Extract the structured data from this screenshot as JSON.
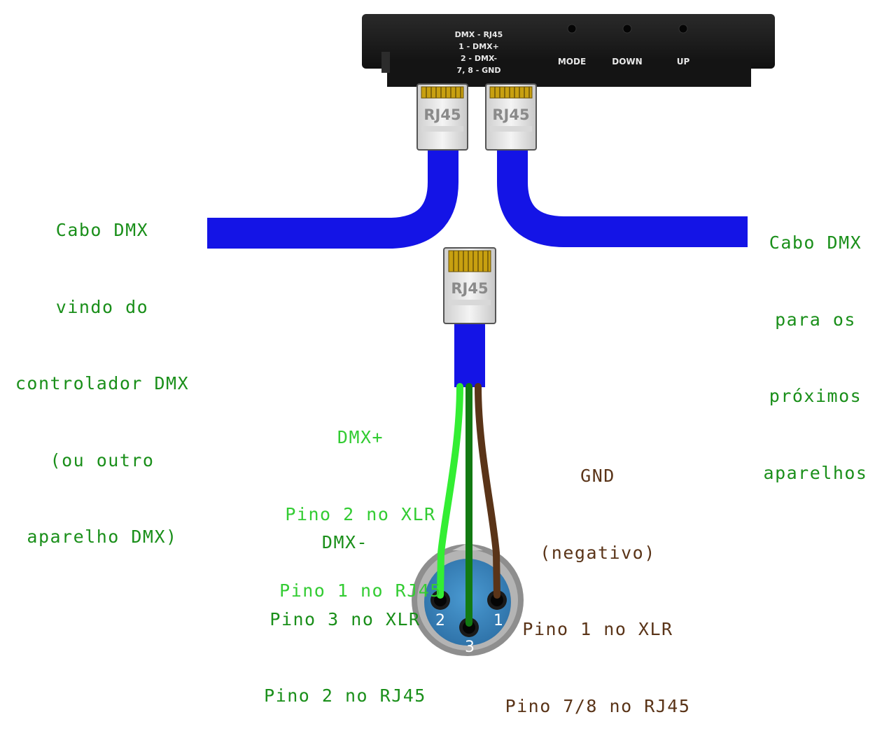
{
  "device": {
    "pinout_lines": [
      "DMX - RJ45",
      "1 - DMX+",
      "2 - DMX-",
      "7, 8 - GND"
    ],
    "buttons": [
      {
        "label": "MODE"
      },
      {
        "label": "DOWN"
      },
      {
        "label": "UP"
      }
    ]
  },
  "connectors": {
    "rj45_label": "RJ45"
  },
  "labels": {
    "cable_in": [
      "Cabo DMX",
      "vindo do",
      "controlador DMX",
      "(ou outro",
      "aparelho DMX)"
    ],
    "cable_out": [
      "Cabo DMX",
      "para os",
      "próximos",
      "aparelhos"
    ],
    "dmx_plus": [
      "DMX+",
      "Pino 2 no XLR",
      "Pino 1 no RJ45"
    ],
    "dmx_minus": [
      "DMX-",
      "Pino 3 no XLR",
      "Pino 2 no RJ45"
    ],
    "gnd": [
      "GND",
      "(negativo)",
      "Pino 1 no XLR",
      "Pino 7/8 no RJ45"
    ]
  },
  "xlr": {
    "pins": [
      "2",
      "3",
      "1"
    ]
  },
  "colors": {
    "cable": "#1414e6",
    "dmx_plus_wire": "#33ee33",
    "dmx_minus_wire": "#127a12",
    "gnd_wire": "#5a3418",
    "label_green": "#1a8f1a",
    "label_bright_green": "#33cc33",
    "label_brown": "#5a3418",
    "xlr_body": "#3a86c0",
    "device": "#1a1a1a"
  }
}
